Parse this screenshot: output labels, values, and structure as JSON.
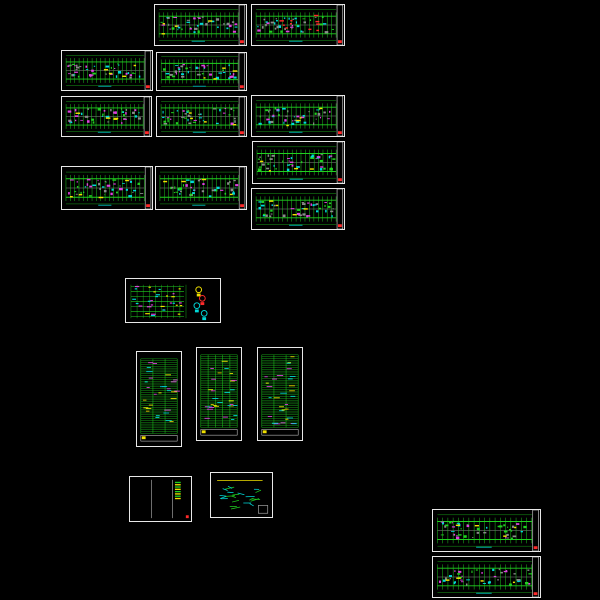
{
  "colors": {
    "background": "#000000",
    "frame": "#e8e8e8",
    "grid": "#20d020",
    "cyan": "#00d8d8",
    "yellow": "#f0e000",
    "magenta": "#e040e0",
    "red": "#ff2a2a",
    "gray": "#8a8a8a"
  },
  "sheets": [
    {
      "name": "floor-plan-sheet-1",
      "kind": "plan"
    },
    {
      "name": "floor-plan-sheet-2",
      "kind": "plan-red"
    },
    {
      "name": "floor-plan-sheet-3",
      "kind": "plan"
    },
    {
      "name": "floor-plan-sheet-4",
      "kind": "plan"
    },
    {
      "name": "floor-plan-sheet-5",
      "kind": "plan"
    },
    {
      "name": "floor-plan-sheet-6",
      "kind": "plan"
    },
    {
      "name": "floor-plan-sheet-7",
      "kind": "plan"
    },
    {
      "name": "floor-plan-sheet-8",
      "kind": "plan"
    },
    {
      "name": "floor-plan-sheet-9",
      "kind": "plan"
    },
    {
      "name": "floor-plan-sheet-10",
      "kind": "plan"
    },
    {
      "name": "floor-plan-sheet-11",
      "kind": "plan"
    },
    {
      "name": "system-diagram-sheet",
      "kind": "diagram"
    },
    {
      "name": "riser-table-sheet-1",
      "kind": "table"
    },
    {
      "name": "riser-table-sheet-2",
      "kind": "table"
    },
    {
      "name": "riser-table-sheet-3",
      "kind": "table"
    },
    {
      "name": "legend-sheet",
      "kind": "legend"
    },
    {
      "name": "detail-sheet",
      "kind": "detail"
    },
    {
      "name": "floor-plan-sheet-12",
      "kind": "plan"
    },
    {
      "name": "floor-plan-sheet-13",
      "kind": "plan"
    }
  ]
}
